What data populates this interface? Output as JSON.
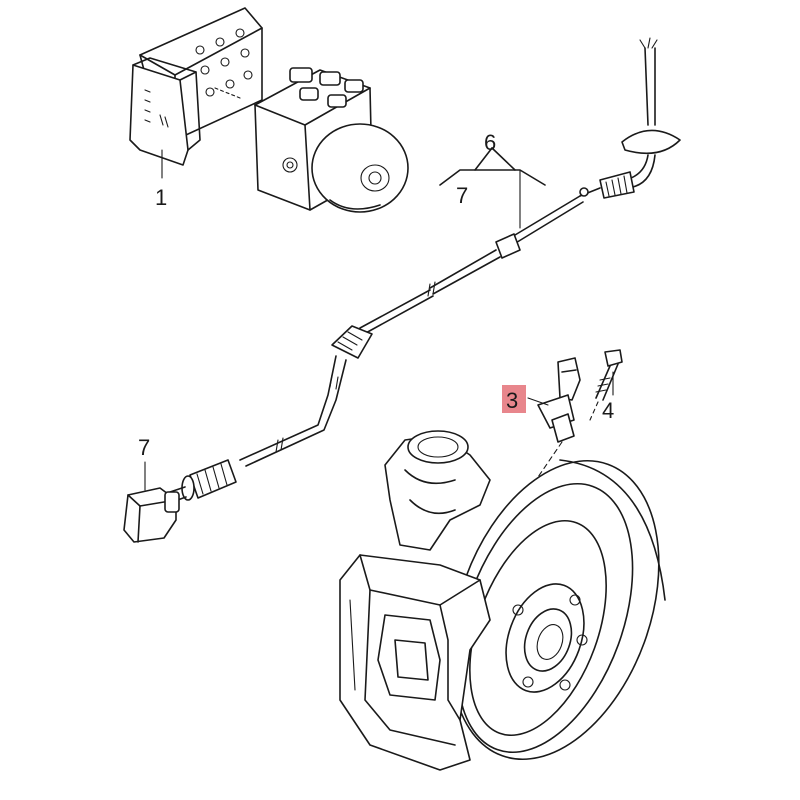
{
  "callouts": {
    "c1": "1",
    "c3": "3",
    "c4": "4",
    "c6": "6",
    "c7a": "7",
    "c7b": "7"
  },
  "colors": {
    "highlight": "#e8868c",
    "ink": "#1a1a1a",
    "background": "#ffffff"
  }
}
